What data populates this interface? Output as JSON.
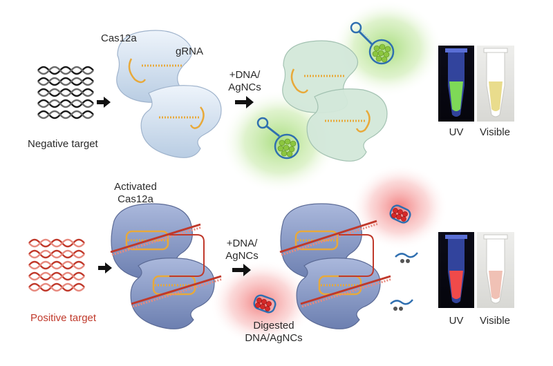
{
  "labels": {
    "cas12a": "Cas12a",
    "grna": "gRNA",
    "negative_target": "Negative target",
    "add_reagent_top_1": "+DNA/",
    "add_reagent_top_2": "AgNCs",
    "uv_top": "UV",
    "visible_top": "Visible",
    "activated_1": "Activated",
    "activated_2": "Cas12a",
    "positive_target": "Positive target",
    "add_reagent_bottom_1": "+DNA/",
    "add_reagent_bottom_2": "AgNCs",
    "digested_1": "Digested",
    "digested_2": "DNA/AgNCs",
    "uv_bottom": "UV",
    "visible_bottom": "Visible"
  },
  "colors": {
    "negative_dna": "#1a1a1a",
    "positive_dna": "#c0392b",
    "protein_inactive": "#cfe0f0",
    "protein_active": "#8a9cc6",
    "grna": "#e8a93a",
    "green_glow": "#9bd86a",
    "red_glow": "#f07a7a",
    "cluster_green": "#8cc63f",
    "cluster_red": "#d62828",
    "hairpin_blue": "#2f6fb0"
  }
}
